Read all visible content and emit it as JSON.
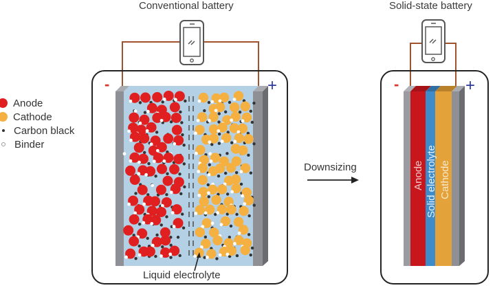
{
  "conventional": {
    "title": "Conventional battery",
    "minus": "-",
    "plus": "+",
    "electrolyte_label": "Liquid electrolyte"
  },
  "solid_state": {
    "title": "Solid-state battery",
    "minus": "-",
    "plus": "+",
    "layers": [
      {
        "label": "Anode",
        "color": "#c8161d"
      },
      {
        "label": "Solid electrolyte",
        "color": "#3d8cc9"
      },
      {
        "label": "Cathode",
        "color": "#e3a23a"
      }
    ]
  },
  "arrow": {
    "label": "Downsizing"
  },
  "legend": [
    {
      "label": "Anode",
      "icon": "red-circle-icon",
      "color": "#e02020"
    },
    {
      "label": "Cathode",
      "icon": "orange-circle-icon",
      "color": "#f5b042"
    },
    {
      "label": "Carbon black",
      "icon": "black-dot-icon",
      "color": "#333333"
    },
    {
      "label": "Binder",
      "icon": "white-dot-icon",
      "color": "#ffffff"
    }
  ],
  "colors": {
    "wire": "#a0522d",
    "minus": "#d9342b",
    "plus": "#2a3a9c",
    "electrolyte": "#b3d0e4",
    "current_collector": "#8e9096"
  }
}
